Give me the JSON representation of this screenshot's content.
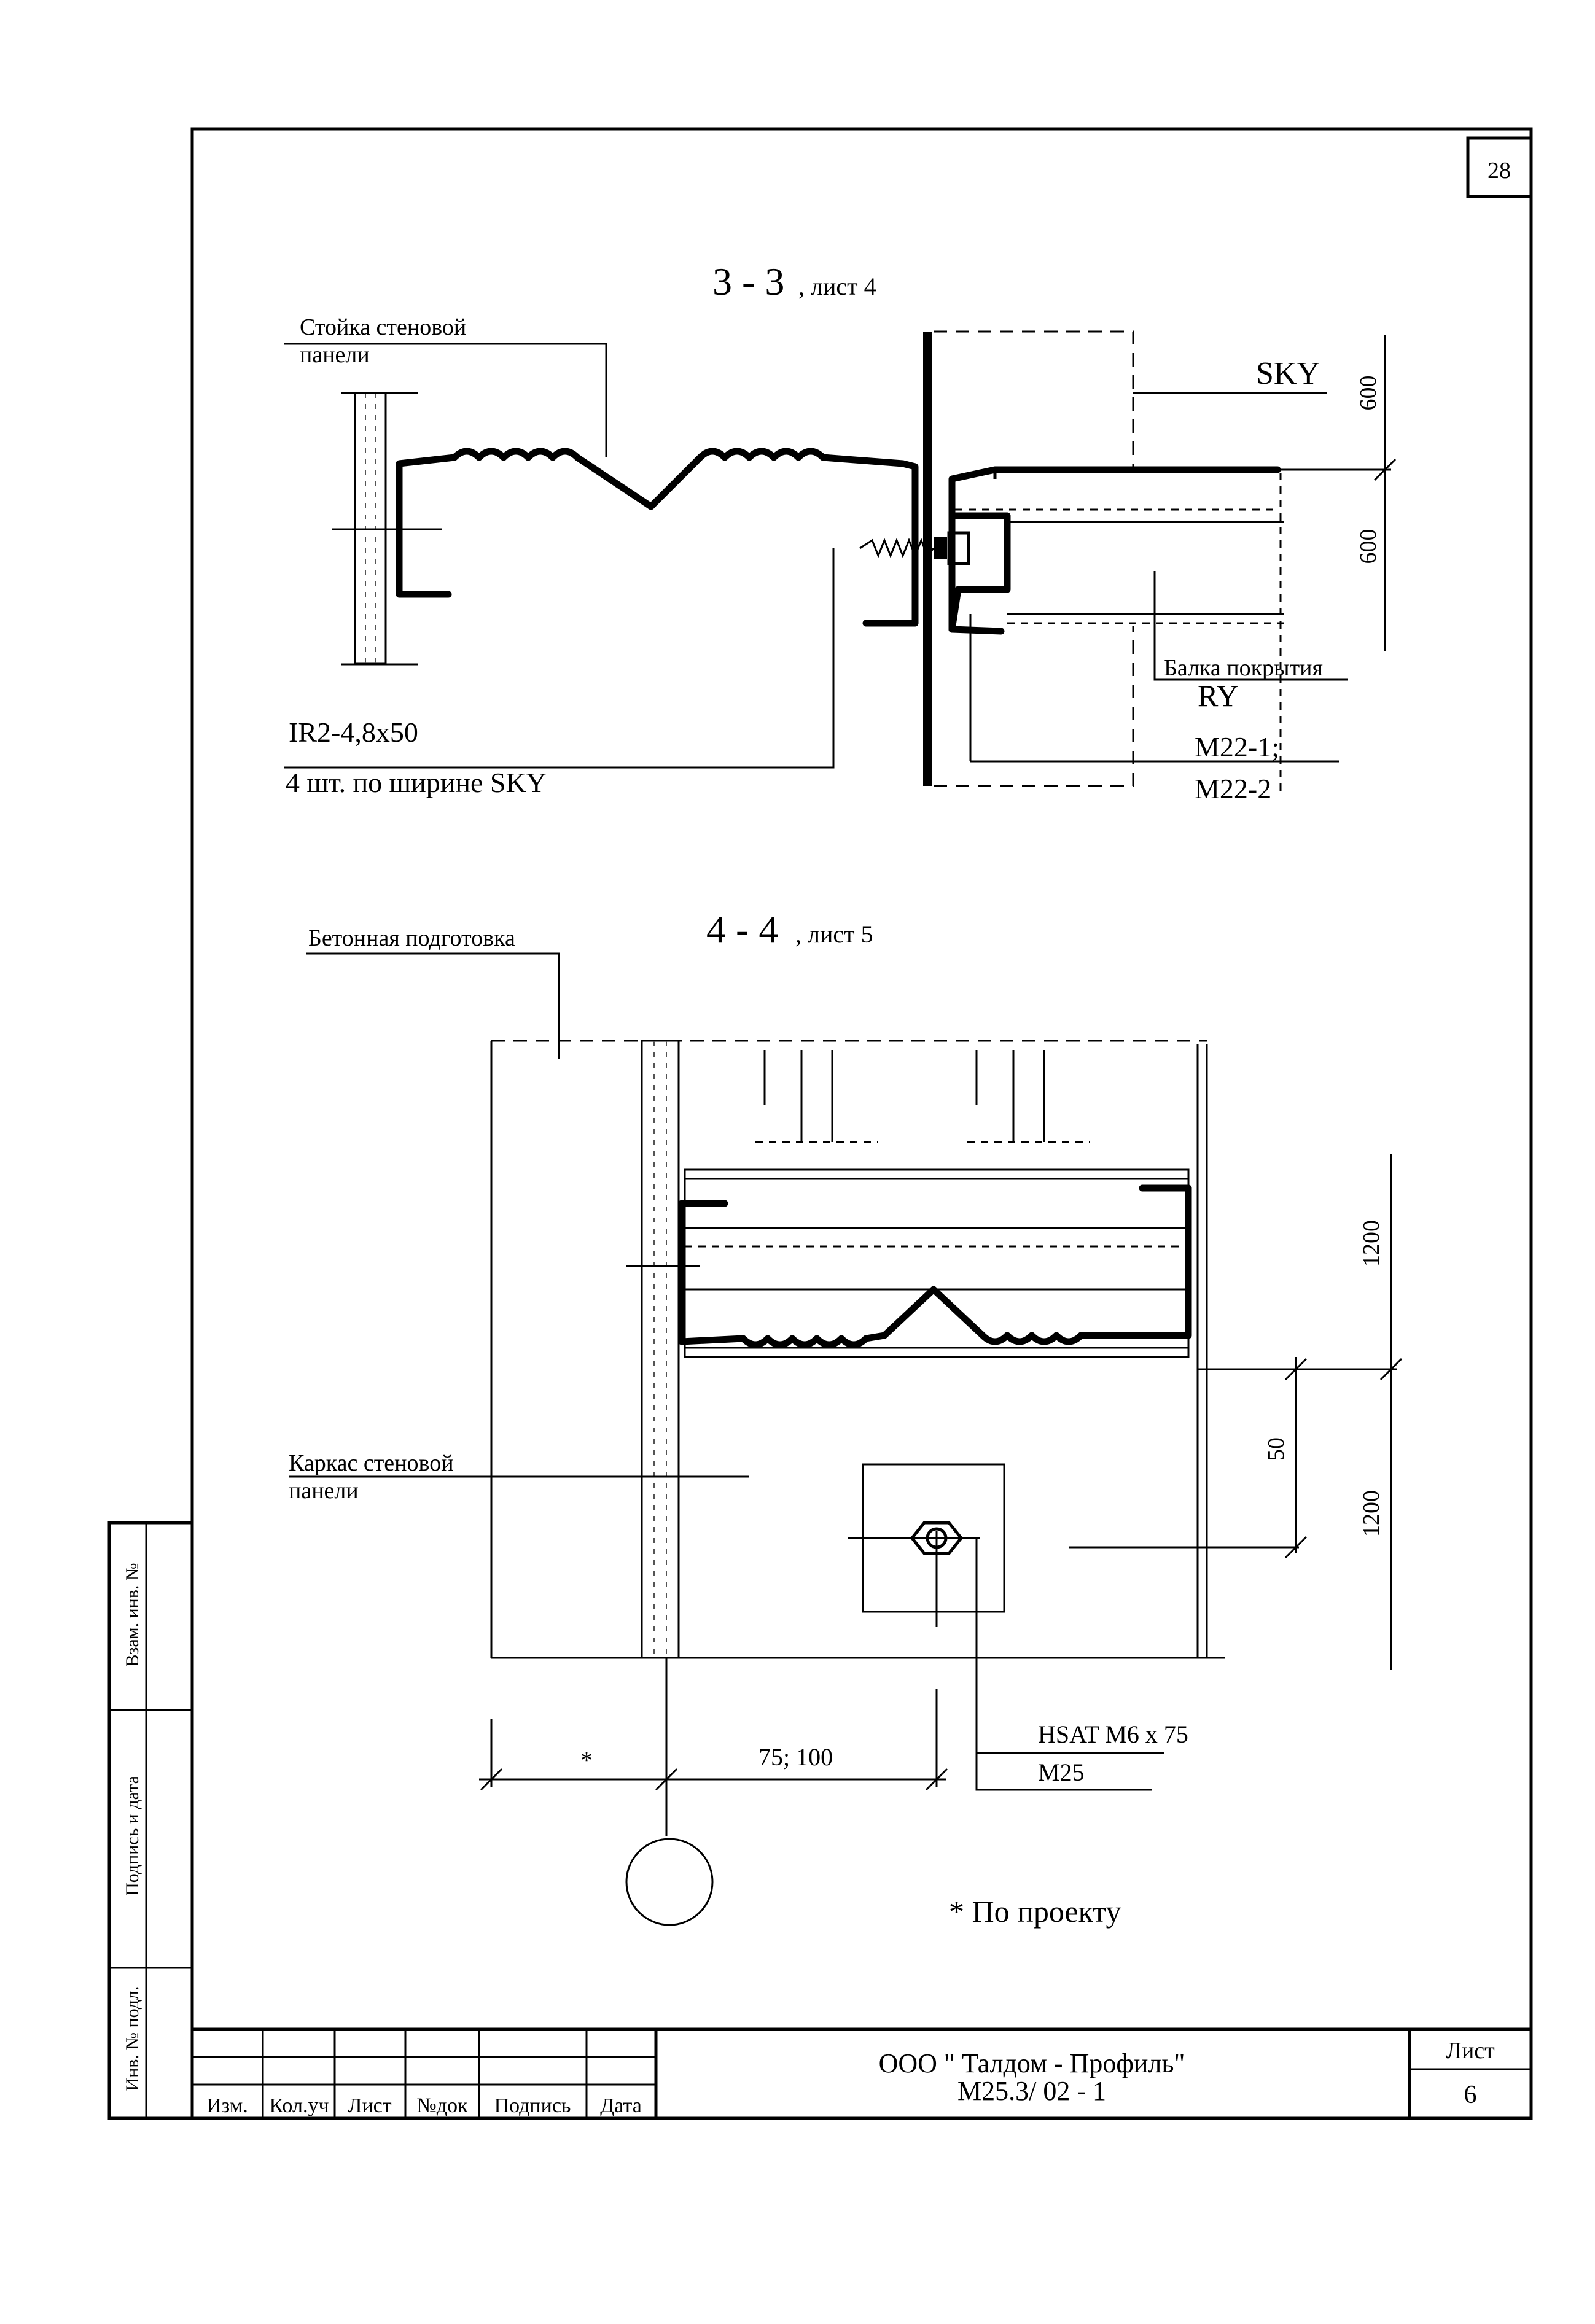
{
  "sheet_number_top": "28",
  "section_33": {
    "title_main": "3 - 3",
    "title_ref": ", лист 4",
    "label_post_l1": "Стойка стеновой",
    "label_post_l2": "панели",
    "label_sky": "SKY",
    "label_beam_l1": "Балка покрытия",
    "label_beam_l2": "RY",
    "label_screw_l1": "IR2-4,8x50",
    "label_screw_l2": "4 шт. по ширине  SKY",
    "label_m22_l1": "M22-1;",
    "label_m22_l2": "M22-2",
    "dim_upper": "600",
    "dim_lower": "600"
  },
  "section_44": {
    "title_main": "4 - 4",
    "title_ref": ", лист 5",
    "label_concrete": "Бетонная подготовка",
    "label_frame_l1": "Каркас стеновой",
    "label_frame_l2": "панели",
    "dim_upper": "1200",
    "dim_lower": "1200",
    "dim_50": "50",
    "label_anchor_l1": "HSAT  M6 x 75",
    "label_anchor_l2": "M25",
    "dim_star": "*",
    "dim_75": "75; 100",
    "note": "* По проекту"
  },
  "side_stamp": {
    "vzam": "Взам. инв. №",
    "podpis": "Подпись и дата",
    "inv": "Инв. № подл."
  },
  "title_block": {
    "col_izm": "Изм.",
    "col_kol": "Кол.уч",
    "col_list": "Лист",
    "col_ndok": "№док",
    "col_podpis": "Подпись",
    "col_data": "Дата",
    "org": "ООО \" Талдом - Профиль\"",
    "code": "M25.3/ 02 - 1",
    "list_label": "Лист",
    "list_number": "6"
  }
}
